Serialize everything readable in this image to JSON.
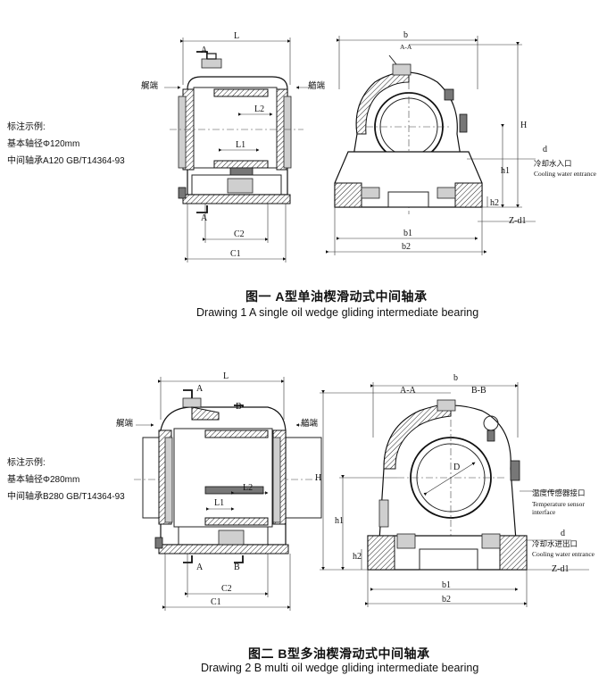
{
  "drawing1": {
    "example_title": "标注示例:",
    "example_line1": "基本轴径Φ120mm",
    "example_line2": "中间轴承A120 GB/T14364-93",
    "caption_cn": "图一 A型单油楔滑动式中间轴承",
    "caption_en": "Drawing 1 A single oil wedge gliding intermediate bearing",
    "labels": {
      "stern_end": "艉端",
      "bow_end": "艏端",
      "section_mark": "A",
      "L": "L",
      "L1": "L1",
      "L2": "L2",
      "C1": "C1",
      "C2": "C2",
      "b": "b",
      "section_view": "A-A",
      "b1": "b1",
      "b2": "b2",
      "H": "H",
      "h1": "h1",
      "h2": "h2",
      "d": "d",
      "Zd1": "Z-d1",
      "cooling_cn": "冷却水入口",
      "cooling_en": "Cooling water entrance"
    }
  },
  "drawing2": {
    "example_title": "标注示例:",
    "example_line1": "基本轴径Φ280mm",
    "example_line2": "中间轴承B280 GB/T14364-93",
    "caption_cn": "图二 B型多油楔滑动式中间轴承",
    "caption_en": "Drawing 2 B multi oil wedge gliding intermediate bearing",
    "labels": {
      "stern_end": "艉端",
      "bow_end": "艏端",
      "section_mark_a": "A",
      "section_mark_b": "B",
      "L": "L",
      "L1": "L1",
      "L2": "L2",
      "C1": "C1",
      "C2": "C2",
      "b": "b",
      "section_view_a": "A-A",
      "section_view_b": "B-B",
      "D": "D",
      "b1": "b1",
      "b2": "b2",
      "H": "H",
      "h1": "h1",
      "h2": "h2",
      "d": "d",
      "Zd1": "Z-d1",
      "temp_cn": "温度传感器接口",
      "temp_en_1": "Temperature sensor",
      "temp_en_2": "interface",
      "cooling_cn": "冷却水进出口",
      "cooling_en": "Cooling water entrance"
    }
  }
}
